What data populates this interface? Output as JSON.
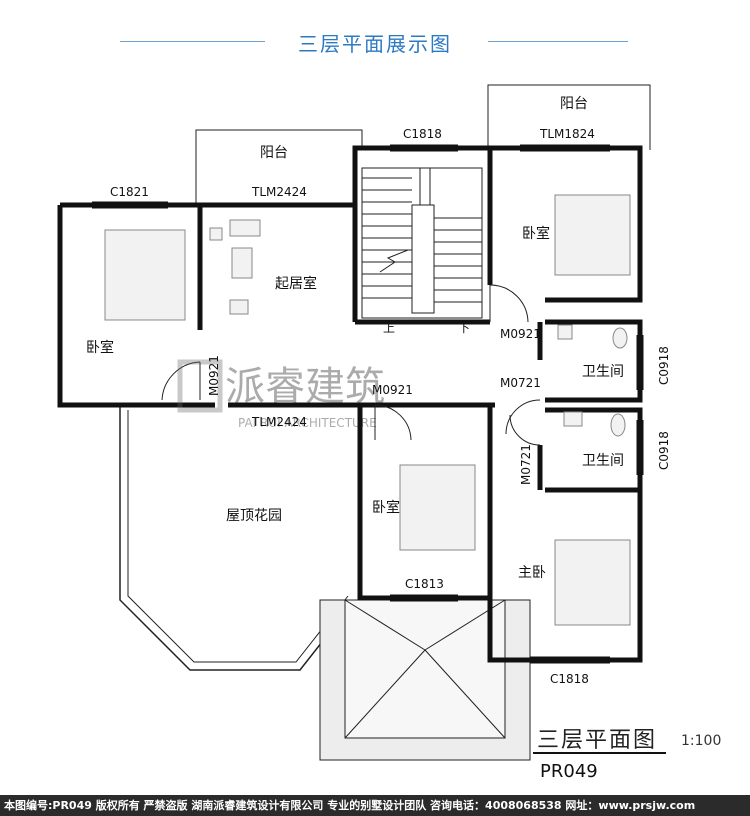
{
  "header": {
    "title": "三层平面展示图"
  },
  "labels": {
    "balcony_left": "阳台",
    "balcony_right": "阳台",
    "c1818_top": "C1818",
    "tlm1824": "TLM1824",
    "c1821": "C1821",
    "tlm2424_top": "TLM2424",
    "living_room": "起居室",
    "bedroom_left": "卧室",
    "bedroom_right_top": "卧室",
    "bedroom_center": "卧室",
    "master_bedroom": "主卧",
    "bathroom_1": "卫生间",
    "bathroom_2": "卫生间",
    "m0921_left": "M0921",
    "m0921_right": "M0921",
    "m0921_center": "M0921",
    "m0721_a": "M0721",
    "m0721_b": "M0721",
    "c0918_a": "C0918",
    "c0918_b": "C0918",
    "tlm2424_bottom": "TLM2424",
    "roof_garden": "屋顶花园",
    "c1813": "C1813",
    "c1818_bottom": "C1818",
    "stairs_up": "上",
    "stairs_down": "下"
  },
  "watermark": {
    "brand": "派睿建筑",
    "sub": "PAI RUI ARCHITECTURE"
  },
  "caption": {
    "title": "三层平面图",
    "scale": "1:100",
    "code": "PR049"
  },
  "footer": {
    "text": "本图编号:PR049 版权所有 严禁盗版 湖南派睿建筑设计有限公司 专业的别墅设计团队 咨询电话：4008068538 网址：www.prsjw.com"
  }
}
